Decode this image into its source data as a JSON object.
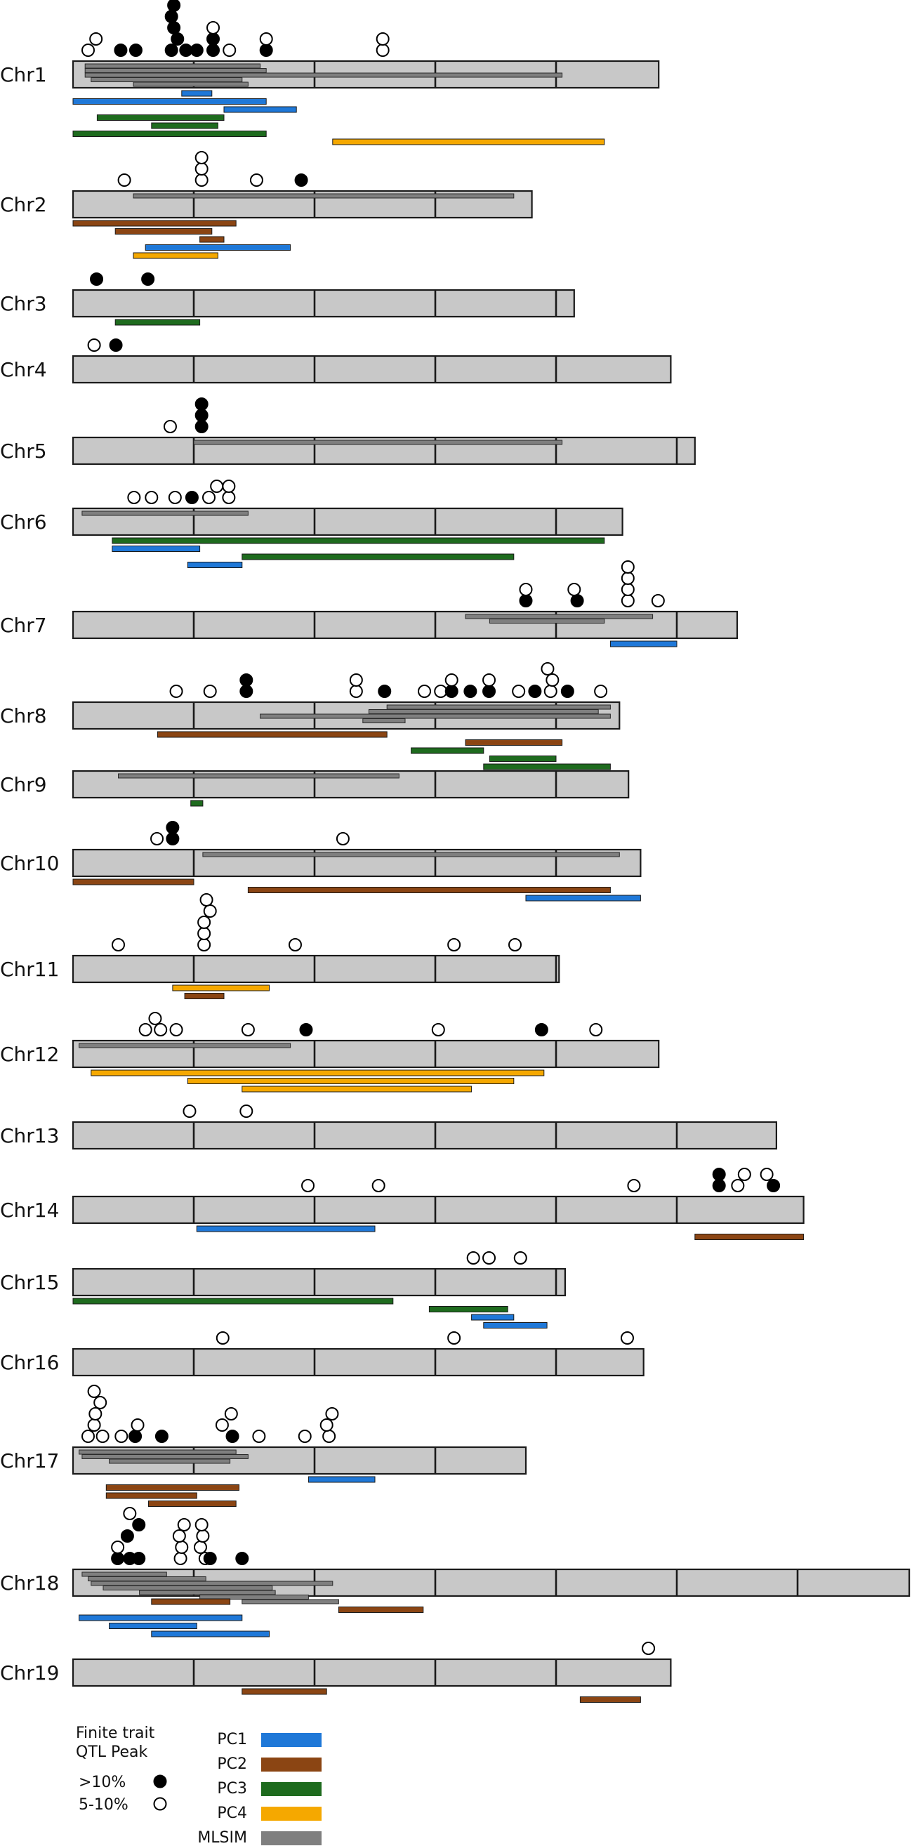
{
  "colors": {
    "chromosome_fill": "#c8c8c8",
    "outline": "#1a1a1a",
    "PC1": "#1f78d8",
    "PC2": "#8b4513",
    "PC3": "#1e6b1e",
    "PC4": "#f5a800",
    "MLSIM": "#7f7f7f"
  },
  "chromosomes": [
    {
      "name": "Chr1",
      "length": 97,
      "dividers": [
        20,
        40,
        60,
        80
      ],
      "peaks": [
        {
          "x": 2.5,
          "s": 0
        },
        {
          "x": 3.8,
          "s": 1
        },
        {
          "x": 7.9,
          "s": 0,
          "f": true
        },
        {
          "x": 10.4,
          "s": 0,
          "f": true
        },
        {
          "x": 16.3,
          "s": 0,
          "f": true
        },
        {
          "x": 17.3,
          "s": 1,
          "f": true
        },
        {
          "x": 16.7,
          "s": 2,
          "f": true
        },
        {
          "x": 16.3,
          "s": 3,
          "f": true
        },
        {
          "x": 16.7,
          "s": 4,
          "f": true
        },
        {
          "x": 18.7,
          "s": 0,
          "f": true
        },
        {
          "x": 20.5,
          "s": 0,
          "f": true
        },
        {
          "x": 23.2,
          "s": 0,
          "f": true
        },
        {
          "x": 23.2,
          "s": 1,
          "f": true
        },
        {
          "x": 23.2,
          "s": 2
        },
        {
          "x": 25.9,
          "s": 0
        },
        {
          "x": 32.0,
          "s": 0,
          "f": true
        },
        {
          "x": 32.0,
          "s": 1
        },
        {
          "x": 51.3,
          "s": 0
        },
        {
          "x": 51.3,
          "s": 1
        }
      ],
      "mlsim": [
        [
          2,
          31
        ],
        [
          2,
          32
        ],
        [
          2,
          81
        ],
        [
          3,
          28
        ],
        [
          10,
          29
        ]
      ],
      "bars": [
        [
          "PC1",
          18,
          23
        ],
        [
          "PC1",
          0,
          32
        ],
        [
          "PC1",
          25,
          37
        ],
        [
          "PC3",
          4,
          25
        ],
        [
          "PC3",
          13,
          24
        ],
        [
          "PC3",
          0,
          32
        ],
        [
          "PC4",
          43,
          88
        ]
      ]
    },
    {
      "name": "Chr2",
      "length": 76,
      "dividers": [
        20,
        40,
        60
      ],
      "peaks": [
        {
          "x": 8.5,
          "s": 0
        },
        {
          "x": 21.3,
          "s": 0
        },
        {
          "x": 21.3,
          "s": 1
        },
        {
          "x": 21.3,
          "s": 2
        },
        {
          "x": 30.4,
          "s": 0
        },
        {
          "x": 37.8,
          "s": 0,
          "f": true
        }
      ],
      "mlsim": [
        [
          10,
          73
        ]
      ],
      "bars": [
        [
          "PC2",
          0,
          27
        ],
        [
          "PC2",
          7,
          23
        ],
        [
          "PC2",
          21,
          25
        ],
        [
          "PC1",
          12,
          36
        ],
        [
          "PC4",
          10,
          24
        ]
      ]
    },
    {
      "name": "Chr3",
      "length": 83,
      "dividers": [
        20,
        40,
        60,
        80
      ],
      "peaks": [
        {
          "x": 3.9,
          "s": 0,
          "f": true
        },
        {
          "x": 12.4,
          "s": 0,
          "f": true
        }
      ],
      "mlsim": [],
      "bars": [
        [
          "PC3",
          7,
          21
        ]
      ]
    },
    {
      "name": "Chr4",
      "length": 99,
      "dividers": [
        20,
        40,
        60,
        80
      ],
      "peaks": [
        {
          "x": 3.5,
          "s": 0
        },
        {
          "x": 7.1,
          "s": 0,
          "f": true
        }
      ],
      "mlsim": [],
      "bars": []
    },
    {
      "name": "Chr5",
      "length": 103,
      "dividers": [
        20,
        40,
        60,
        80,
        100
      ],
      "peaks": [
        {
          "x": 16.1,
          "s": 0
        },
        {
          "x": 21.3,
          "s": 0,
          "f": true
        },
        {
          "x": 21.3,
          "s": 1,
          "f": true
        },
        {
          "x": 21.3,
          "s": 2,
          "f": true
        }
      ],
      "mlsim": [
        [
          20,
          81
        ]
      ],
      "bars": []
    },
    {
      "name": "Chr6",
      "length": 91,
      "dividers": [
        20,
        40,
        60,
        80
      ],
      "peaks": [
        {
          "x": 10.1,
          "s": 0
        },
        {
          "x": 13.0,
          "s": 0
        },
        {
          "x": 16.9,
          "s": 0
        },
        {
          "x": 19.7,
          "s": 0,
          "f": true
        },
        {
          "x": 22.5,
          "s": 0
        },
        {
          "x": 23.8,
          "s": 1
        },
        {
          "x": 25.8,
          "s": 0
        },
        {
          "x": 25.8,
          "s": 1
        }
      ],
      "mlsim": [
        [
          1.5,
          29
        ]
      ],
      "bars": [
        [
          "PC3",
          6.5,
          88
        ],
        [
          "PC1",
          6.5,
          21
        ],
        [
          "PC3",
          28,
          73
        ],
        [
          "PC1",
          19,
          28
        ]
      ]
    },
    {
      "name": "Chr7",
      "length": 110,
      "dividers": [
        20,
        40,
        60,
        80,
        100
      ],
      "peaks": [
        {
          "x": 75.0,
          "s": 0,
          "f": true
        },
        {
          "x": 75.0,
          "s": 1
        },
        {
          "x": 83.5,
          "s": 0,
          "f": true
        },
        {
          "x": 83.0,
          "s": 1
        },
        {
          "x": 91.9,
          "s": 0
        },
        {
          "x": 91.9,
          "s": 1
        },
        {
          "x": 91.9,
          "s": 2
        },
        {
          "x": 91.9,
          "s": 3
        },
        {
          "x": 96.9,
          "s": 0
        }
      ],
      "mlsim": [
        [
          65,
          96
        ],
        [
          69,
          88
        ]
      ],
      "bars": [
        [
          "PC1",
          89,
          100
        ]
      ]
    },
    {
      "name": "Chr8",
      "length": 90.5,
      "dividers": [
        20,
        40,
        60,
        80
      ],
      "peaks": [
        {
          "x": 17.1,
          "s": 0
        },
        {
          "x": 22.7,
          "s": 0
        },
        {
          "x": 28.7,
          "s": 0,
          "f": true
        },
        {
          "x": 28.7,
          "s": 1,
          "f": true
        },
        {
          "x": 46.9,
          "s": 0
        },
        {
          "x": 46.9,
          "s": 1
        },
        {
          "x": 51.6,
          "s": 0,
          "f": true
        },
        {
          "x": 58.2,
          "s": 0
        },
        {
          "x": 60.9,
          "s": 0
        },
        {
          "x": 62.7,
          "s": 0,
          "f": true
        },
        {
          "x": 62.7,
          "s": 1
        },
        {
          "x": 65.8,
          "s": 0,
          "f": true
        },
        {
          "x": 68.9,
          "s": 0,
          "f": true
        },
        {
          "x": 68.9,
          "s": 1
        },
        {
          "x": 73.8,
          "s": 0
        },
        {
          "x": 76.5,
          "s": 0,
          "f": true
        },
        {
          "x": 79.1,
          "s": 0
        },
        {
          "x": 79.4,
          "s": 1
        },
        {
          "x": 78.6,
          "s": 2
        },
        {
          "x": 81.9,
          "s": 0,
          "f": true
        },
        {
          "x": 87.4,
          "s": 0
        }
      ],
      "mlsim": [
        [
          52,
          89
        ],
        [
          49,
          87
        ],
        [
          31,
          89
        ],
        [
          48,
          55
        ]
      ],
      "bars": [
        [
          "PC2",
          14,
          52
        ],
        [
          "PC2",
          65,
          81
        ],
        [
          "PC3",
          56,
          68
        ],
        [
          "PC3",
          69,
          80
        ],
        [
          "PC3",
          68,
          89
        ]
      ]
    },
    {
      "name": "Chr9",
      "length": 92,
      "dividers": [
        20,
        40,
        60,
        80
      ],
      "peaks": [],
      "mlsim": [
        [
          7.5,
          54
        ]
      ],
      "bars": [
        [
          "PC3",
          19.5,
          21.5
        ]
      ]
    },
    {
      "name": "Chr10",
      "length": 94,
      "dividers": [
        20,
        40,
        60,
        80
      ],
      "peaks": [
        {
          "x": 13.9,
          "s": 0
        },
        {
          "x": 16.5,
          "s": 0,
          "f": true
        },
        {
          "x": 16.5,
          "s": 1,
          "f": true
        },
        {
          "x": 44.7,
          "s": 0
        }
      ],
      "mlsim": [
        [
          21.5,
          90.5
        ]
      ],
      "bars": [
        [
          "PC2",
          0,
          20
        ],
        [
          "PC2",
          29,
          89
        ],
        [
          "PC1",
          75,
          94
        ]
      ]
    },
    {
      "name": "Chr11",
      "length": 80.5,
      "dividers": [
        20,
        40,
        60,
        80
      ],
      "peaks": [
        {
          "x": 7.5,
          "s": 0
        },
        {
          "x": 21.7,
          "s": 0
        },
        {
          "x": 21.7,
          "s": 1
        },
        {
          "x": 21.7,
          "s": 2
        },
        {
          "x": 22.7,
          "s": 3
        },
        {
          "x": 22.1,
          "s": 4
        },
        {
          "x": 36.8,
          "s": 0
        },
        {
          "x": 63.1,
          "s": 0
        },
        {
          "x": 73.2,
          "s": 0
        }
      ],
      "mlsim": [],
      "bars": [
        [
          "PC4",
          16.5,
          32.5
        ],
        [
          "PC2",
          18.5,
          25
        ]
      ]
    },
    {
      "name": "Chr12",
      "length": 97,
      "dividers": [
        20,
        40,
        60,
        80
      ],
      "peaks": [
        {
          "x": 12.0,
          "s": 0
        },
        {
          "x": 13.6,
          "s": 1
        },
        {
          "x": 14.5,
          "s": 0
        },
        {
          "x": 17.1,
          "s": 0
        },
        {
          "x": 29.0,
          "s": 0
        },
        {
          "x": 38.6,
          "s": 0,
          "f": true
        },
        {
          "x": 60.5,
          "s": 0
        },
        {
          "x": 77.6,
          "s": 0,
          "f": true
        },
        {
          "x": 86.6,
          "s": 0
        }
      ],
      "mlsim": [
        [
          1,
          36
        ]
      ],
      "bars": [
        [
          "PC4",
          3,
          78
        ],
        [
          "PC4",
          19,
          73
        ],
        [
          "PC4",
          28,
          66
        ]
      ]
    },
    {
      "name": "Chr13",
      "length": 116.5,
      "dividers": [
        20,
        40,
        60,
        80,
        100
      ],
      "peaks": [
        {
          "x": 19.3,
          "s": 0
        },
        {
          "x": 28.7,
          "s": 0
        }
      ],
      "mlsim": [],
      "bars": []
    },
    {
      "name": "Chr14",
      "length": 121,
      "dividers": [
        20,
        40,
        60,
        80,
        100
      ],
      "peaks": [
        {
          "x": 38.9,
          "s": 0
        },
        {
          "x": 50.6,
          "s": 0
        },
        {
          "x": 92.9,
          "s": 0
        },
        {
          "x": 107.0,
          "s": 0,
          "f": true
        },
        {
          "x": 107.0,
          "s": 1,
          "f": true
        },
        {
          "x": 110.1,
          "s": 0
        },
        {
          "x": 111.2,
          "s": 1
        },
        {
          "x": 114.9,
          "s": 1
        },
        {
          "x": 116.0,
          "s": 0,
          "f": true
        }
      ],
      "mlsim": [],
      "bars": [
        [
          "PC1",
          20.5,
          50
        ],
        [
          "PC2",
          103,
          121
        ]
      ]
    },
    {
      "name": "Chr15",
      "length": 81.5,
      "dividers": [
        20,
        40,
        60,
        80
      ],
      "peaks": [
        {
          "x": 66.3,
          "s": 0
        },
        {
          "x": 68.9,
          "s": 0
        },
        {
          "x": 74.1,
          "s": 0
        }
      ],
      "mlsim": [],
      "bars": [
        [
          "PC3",
          0,
          53
        ],
        [
          "PC3",
          59,
          72
        ],
        [
          "PC1",
          66,
          73
        ],
        [
          "PC1",
          68,
          78.5
        ]
      ]
    },
    {
      "name": "Chr16",
      "length": 94.5,
      "dividers": [
        20,
        40,
        60,
        80
      ],
      "peaks": [
        {
          "x": 24.8,
          "s": 0
        },
        {
          "x": 63.1,
          "s": 0
        },
        {
          "x": 91.8,
          "s": 0
        }
      ],
      "mlsim": [],
      "bars": []
    },
    {
      "name": "Chr17",
      "length": 75,
      "dividers": [
        20,
        40,
        60
      ],
      "peaks": [
        {
          "x": 2.5,
          "s": 0
        },
        {
          "x": 3.5,
          "s": 1
        },
        {
          "x": 4.9,
          "s": 0
        },
        {
          "x": 3.7,
          "s": 2
        },
        {
          "x": 4.5,
          "s": 3
        },
        {
          "x": 3.5,
          "s": 4
        },
        {
          "x": 8.0,
          "s": 0
        },
        {
          "x": 10.3,
          "s": 0,
          "f": true
        },
        {
          "x": 10.7,
          "s": 1
        },
        {
          "x": 14.7,
          "s": 0,
          "f": true
        },
        {
          "x": 24.7,
          "s": 1
        },
        {
          "x": 26.2,
          "s": 2
        },
        {
          "x": 26.4,
          "s": 0,
          "f": true
        },
        {
          "x": 30.8,
          "s": 0
        },
        {
          "x": 38.4,
          "s": 0
        },
        {
          "x": 42.4,
          "s": 0
        },
        {
          "x": 42.0,
          "s": 1
        },
        {
          "x": 42.9,
          "s": 2
        }
      ],
      "mlsim": [
        [
          1,
          27
        ],
        [
          1.5,
          29
        ],
        [
          6,
          26
        ]
      ],
      "bars": [
        [
          "PC1",
          39,
          50
        ],
        [
          "PC2",
          5.5,
          27.5
        ],
        [
          "PC2",
          5.5,
          20.5
        ],
        [
          "PC2",
          12.5,
          27
        ]
      ]
    },
    {
      "name": "Chr18",
      "length": 138.5,
      "dividers": [
        20,
        40,
        60,
        80,
        100,
        120
      ],
      "peaks": [
        {
          "x": 7.4,
          "s": 0,
          "f": true
        },
        {
          "x": 9.4,
          "s": 0,
          "f": true
        },
        {
          "x": 10.9,
          "s": 0,
          "f": true
        },
        {
          "x": 7.4,
          "s": 1
        },
        {
          "x": 9.0,
          "s": 2,
          "f": true
        },
        {
          "x": 10.9,
          "s": 3,
          "f": true
        },
        {
          "x": 9.4,
          "s": 4
        },
        {
          "x": 17.8,
          "s": 0
        },
        {
          "x": 18.0,
          "s": 1
        },
        {
          "x": 17.6,
          "s": 2
        },
        {
          "x": 18.4,
          "s": 3
        },
        {
          "x": 21.9,
          "s": 0
        },
        {
          "x": 21.1,
          "s": 1
        },
        {
          "x": 21.5,
          "s": 2
        },
        {
          "x": 21.3,
          "s": 3
        },
        {
          "x": 22.7,
          "s": 0,
          "f": true
        },
        {
          "x": 28.0,
          "s": 0,
          "f": true
        }
      ],
      "mlsim": [
        [
          1.5,
          15.5
        ],
        [
          2.5,
          22
        ],
        [
          3,
          43
        ],
        [
          5,
          33
        ],
        [
          11,
          33.5
        ],
        [
          21,
          39
        ],
        [
          28,
          44
        ]
      ],
      "bars": [
        [
          "PC2",
          13,
          26
        ],
        [
          "PC2",
          44,
          58
        ],
        [
          "PC1",
          1,
          28
        ],
        [
          "PC1",
          6,
          20.5
        ],
        [
          "PC1",
          13,
          32.5
        ]
      ]
    },
    {
      "name": "Chr19",
      "length": 99,
      "dividers": [
        20,
        40,
        60,
        80
      ],
      "peaks": [
        {
          "x": 95.3,
          "s": 0
        }
      ],
      "mlsim": [],
      "bars": [
        [
          "PC2",
          28,
          42
        ],
        [
          "PC2",
          84,
          94
        ]
      ]
    }
  ],
  "legend": {
    "peak_title": [
      "Finite trait",
      "QTL Peak"
    ],
    "peak_items": [
      {
        "label": ">10%",
        "filled": true
      },
      {
        "label": "5-10%",
        "filled": false
      }
    ],
    "bar_items": [
      {
        "label": "PC1",
        "key": "PC1"
      },
      {
        "label": "PC2",
        "key": "PC2"
      },
      {
        "label": "PC3",
        "key": "PC3"
      },
      {
        "label": "PC4",
        "key": "PC4"
      },
      {
        "label": "MLSIM",
        "key": "MLSIM"
      }
    ]
  }
}
